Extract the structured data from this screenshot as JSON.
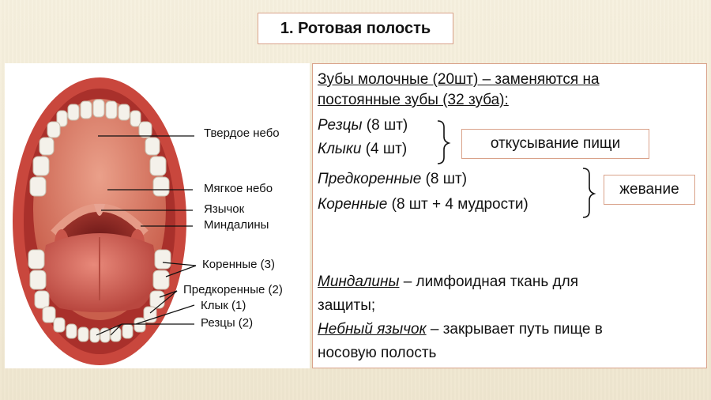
{
  "title": "1. Ротовая полость",
  "diagram": {
    "labels": {
      "hard_palate": "Твердое небо",
      "soft_palate": "Мягкое небо",
      "uvula": "Язычок",
      "tonsils": "Миндалины",
      "molars": "Коренные (3)",
      "premolars": "Предкоренные (2)",
      "canine": "Клык (1)",
      "incisors": "Резцы (2)"
    }
  },
  "text": {
    "line1": "Зубы молочные (20шт) – заменяются на",
    "line2": "постоянные зубы (32 зуба):",
    "incisors_name": "Резцы",
    "incisors_count": " (8 шт)",
    "canines_name": "Клыки",
    "canines_count": " (4 шт)",
    "premolars_name": "Предкоренные",
    "premolars_count": " (8 шт)",
    "molars_name": "Коренные",
    "molars_count": " (8 шт + 4 мудрости)",
    "tonsils_term": "Миндалины",
    "tonsils_def": " – лимфоидная ткань для",
    "tonsils_def2": "защиты;",
    "uvula_term": "Небный язычок",
    "uvula_def": " – закрывает путь пище в",
    "uvula_def2": "носовую полость"
  },
  "functions": {
    "biting": "откусывание пищи",
    "chewing": "жевание"
  },
  "colors": {
    "box_border": "#d9a28a",
    "background": "#f3ecd9",
    "lip": "#c9473d",
    "palate": "#e3917b",
    "tongue": "#d66b5d",
    "teeth": "#f4f1ea"
  }
}
